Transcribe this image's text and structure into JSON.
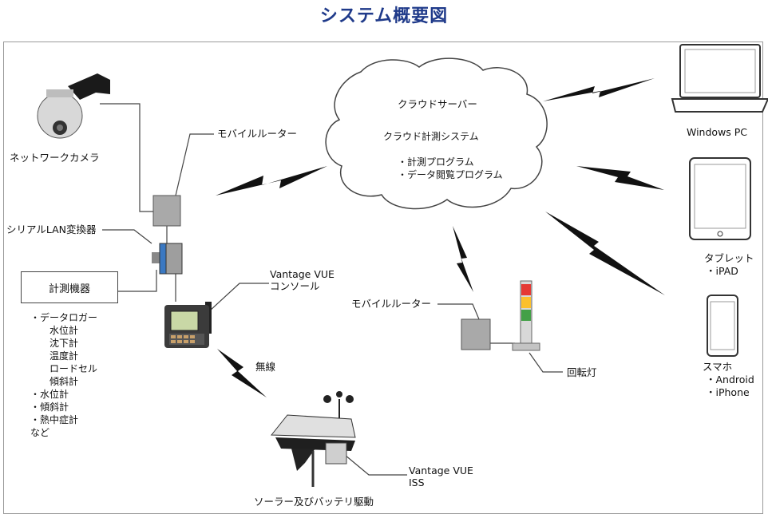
{
  "title": "システム概要図",
  "labels": {
    "network_camera": "ネットワークカメラ",
    "mobile_router_top": "モバイルルーター",
    "serial_lan": "シリアルLAN変換器",
    "instruments": "計測機器",
    "console_line1": "Vantage VUE",
    "console_line2": "コンソール",
    "wireless": "無線",
    "iss_line1": "Vantage VUE",
    "iss_line2": "ISS",
    "solar": "ソーラー及びバッテリ駆動",
    "mobile_router_bottom": "モバイルルーター",
    "rotating_light": "回転灯",
    "cloud_server": "クラウドサーバー",
    "cloud_system": "クラウド計測システム",
    "cloud_item1": "・計測プログラム",
    "cloud_item2": "・データ閲覧プログラム",
    "windows_pc": "Windows PC",
    "tablet": "タブレット",
    "tablet_sub": "・iPAD",
    "smartphone": "スマホ",
    "smartphone_sub1": "・Android",
    "smartphone_sub2": "・iPhone"
  },
  "instrument_list": [
    "・データロガー",
    "水位計",
    "沈下計",
    "温度計",
    "ロードセル",
    "傾斜計",
    "・水位計",
    "・傾斜計",
    "・熱中症計",
    "など"
  ]
}
